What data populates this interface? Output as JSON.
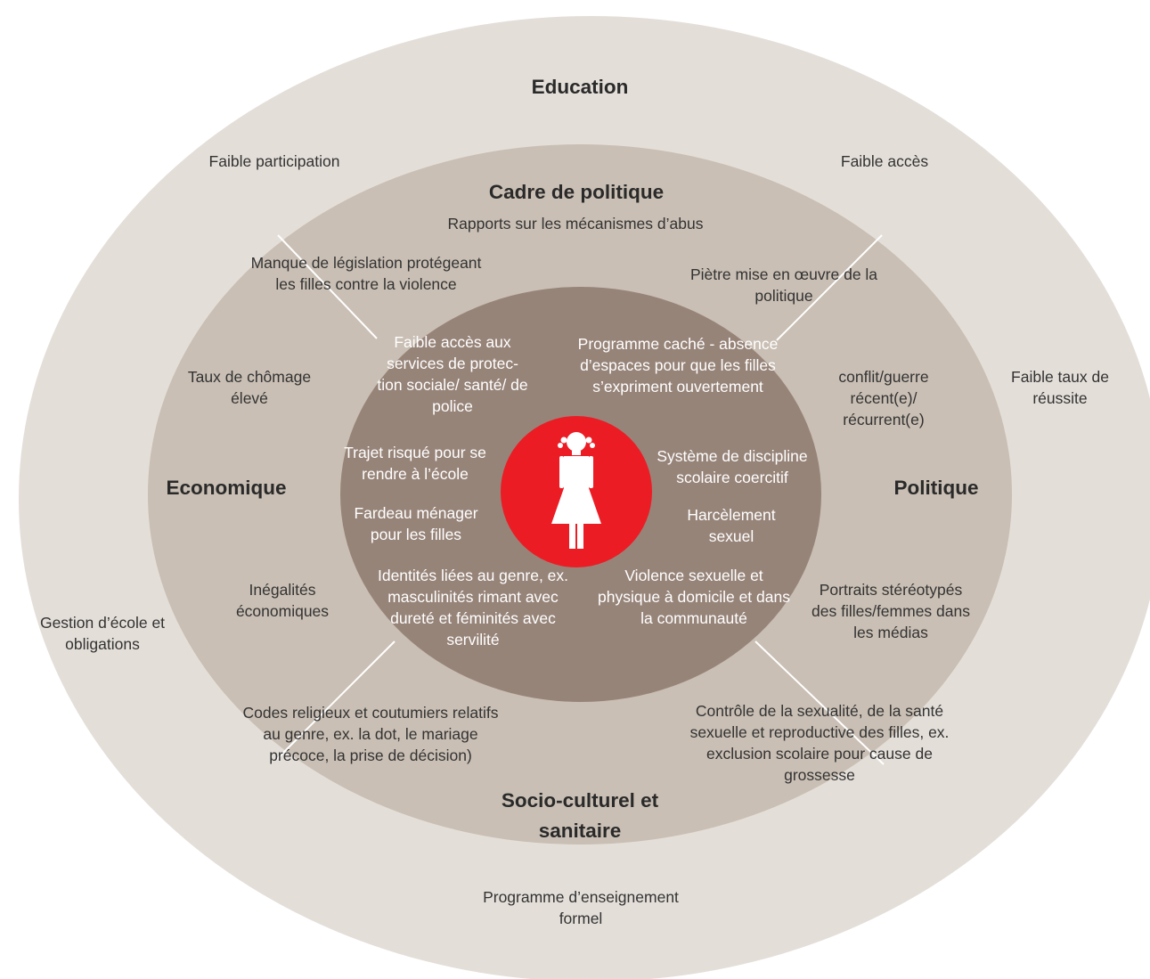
{
  "colors": {
    "outer_ring": "#e3ded8",
    "middle_ring": "#c9bfb4",
    "inner_circle": "#978479",
    "girl_circle": "#ec1c24",
    "divider": "#ffffff"
  },
  "icons": {
    "center": "girl-icon"
  },
  "headings": {
    "education": "Education",
    "cadre": "Cadre de politique",
    "economique": "Economique",
    "politique": "Politique",
    "socio": "Socio-culturel et sanitaire"
  },
  "outer": {
    "faible_participation": "Faible participation",
    "faible_acces": "Faible accès",
    "faible_taux": "Faible taux de réussite",
    "gestion": "Gestion d’école et obligations",
    "programme_formel": "Programme d’enseignement formel"
  },
  "middle": {
    "rapports": "Rapports sur les mécanismes d’abus",
    "manque": "Manque de législation protégeant les filles contre la violence",
    "pietre": "Piètre mise en œuvre de la politique",
    "chomage": "Taux de chômage élevé",
    "conflit": "conflit/guerre récent(e)/ récurrent(e)",
    "inegalites": "Inégalités économiques",
    "portraits": "Portraits stéréotypés des filles/femmes dans les médias",
    "codes": "Codes religieux et coutumiers relatifs au genre, ex. la dot, le mariage précoce, la prise de décision)",
    "controle": "Contrôle de la sexualité, de la santé sexuelle et reproductive des filles, ex. exclusion scolaire pour cause de grossesse"
  },
  "inner": {
    "faible_acces_services": "Faible accès aux services de protec-tion sociale/ santé/ de police",
    "programme_cache": "Programme caché - absence d’espaces pour que les filles s’expriment ouvertement",
    "trajet": "Trajet risqué pour se rendre à l’école",
    "systeme": "Système de discipline scolaire coercitif",
    "fardeau": "Fardeau ménager pour les filles",
    "harcelement": "Harcèlement sexuel",
    "identites": "Identités liées au genre, ex. masculinités rimant avec dureté et féminités avec servilité",
    "violence": "Violence sexuelle et physique à domicile et dans la communauté"
  }
}
